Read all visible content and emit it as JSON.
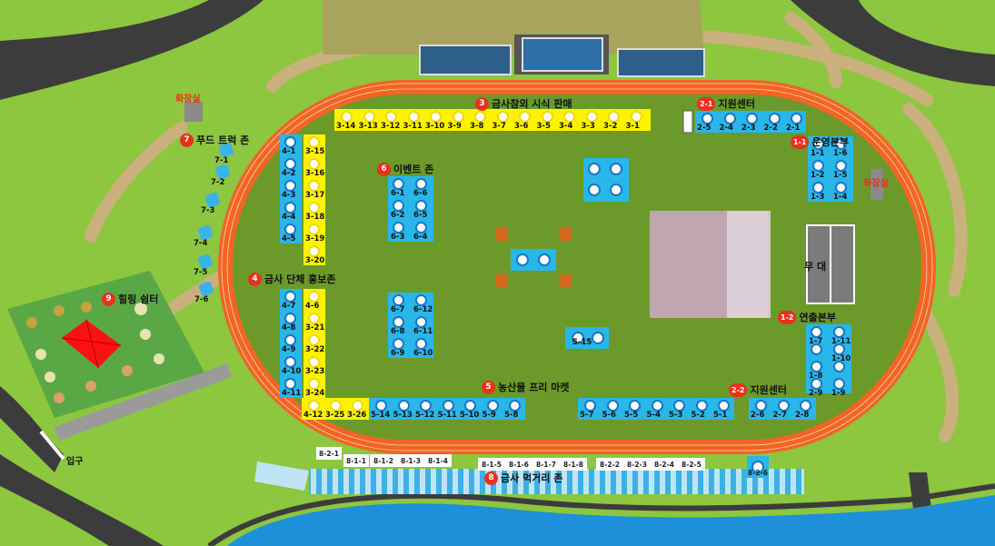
{
  "zones": {
    "z3": {
      "num": "3",
      "label": "금사참외 시식 판매"
    },
    "z2_1": {
      "num": "2-1",
      "label": "지원센터"
    },
    "z1_1": {
      "num": "1-1",
      "label": "운영본부"
    },
    "z7": {
      "num": "7",
      "label": "푸드 트럭 존"
    },
    "z6": {
      "num": "6",
      "label": "이벤트 존"
    },
    "z4": {
      "num": "4",
      "label": "금사 단체 홍보존"
    },
    "z9": {
      "num": "9",
      "label": "힐링 쉼터"
    },
    "z1_2": {
      "num": "1-2",
      "label": "연출본부"
    },
    "z5": {
      "num": "5",
      "label": "농산물 프리 마켓"
    },
    "z2_2": {
      "num": "2-2",
      "label": "지원센터"
    },
    "z8": {
      "num": "8",
      "label": "금사 먹거리 존"
    }
  },
  "labels": {
    "toilet_left": "화장실",
    "toilet_right": "화장실",
    "stage": "무 대",
    "entrance": "입구"
  },
  "booths_3_top": [
    "3-14",
    "3-13",
    "3-12",
    "3-11",
    "3-10",
    "3-9",
    "3-8",
    "3-7",
    "3-6",
    "3-5",
    "3-4",
    "3-3",
    "3-2",
    "3-1"
  ],
  "booths_2_1": [
    "2-5",
    "2-4",
    "2-3",
    "2-2",
    "2-1"
  ],
  "booths_1_1": [
    [
      "1-1",
      "1-6"
    ],
    [
      "1-2",
      "1-5"
    ],
    [
      "1-3",
      "1-4"
    ]
  ],
  "booths_4_left_top": [
    "4-1",
    "4-2",
    "4-3",
    "4-4",
    "4-5"
  ],
  "booths_3_left": [
    "3-15",
    "3-16",
    "3-17",
    "3-18",
    "3-19",
    "3-20"
  ],
  "booths_6_top": [
    [
      "6-1",
      "6-6"
    ],
    [
      "6-2",
      "6-5"
    ],
    [
      "6-3",
      "6-4"
    ]
  ],
  "booths_6_bottom": [
    [
      "6-7",
      "6-12"
    ],
    [
      "6-8",
      "6-11"
    ],
    [
      "6-9",
      "6-10"
    ]
  ],
  "booths_4_left_bottom": [
    "4-7",
    "4-8",
    "4-9",
    "4-10",
    "4-11"
  ],
  "booths_3_left_bottom": [
    "4-6",
    "3-21",
    "3-22",
    "3-23",
    "3-24"
  ],
  "booths_bottom_row_a": [
    "4-12",
    "3-25",
    "3-26"
  ],
  "booths_5_left": [
    "5-14",
    "5-13",
    "5-12",
    "5-11",
    "5-10",
    "5-9",
    "5-8"
  ],
  "booths_5_right": [
    "5-7",
    "5-6",
    "5-5",
    "5-4",
    "5-3",
    "5-2",
    "5-1"
  ],
  "booths_2_2": [
    "2-6",
    "2-7",
    "2-8"
  ],
  "booths_1_2": [
    [
      "1-7",
      "1-11"
    ],
    [
      "",
      "1-10"
    ],
    [
      "1-8",
      ""
    ],
    [
      "2-9",
      "1-9"
    ]
  ],
  "booth_5_15": "5-15",
  "food_trucks": [
    "7-1",
    "7-2",
    "7-3",
    "7-4",
    "7-5",
    "7-6"
  ],
  "stalls_8": [
    "8-2-1",
    "8-1-1",
    "8-1-2",
    "8-1-3",
    "8-1-4",
    "8-1-5",
    "8-1-6",
    "8-1-7",
    "8-1-8",
    "8-2-2",
    "8-2-3",
    "8-2-4",
    "8-2-5",
    "8-2-6"
  ],
  "colors": {
    "grass": "#8dc63f",
    "field": "#6b9a2a",
    "track": "#f26522",
    "booth_blue": "#29b6e8",
    "booth_yellow": "#fff200",
    "water": "#1e8fd9",
    "road": "#3c3c3c",
    "path": "#c9b07d",
    "marker": "#e8311c"
  }
}
